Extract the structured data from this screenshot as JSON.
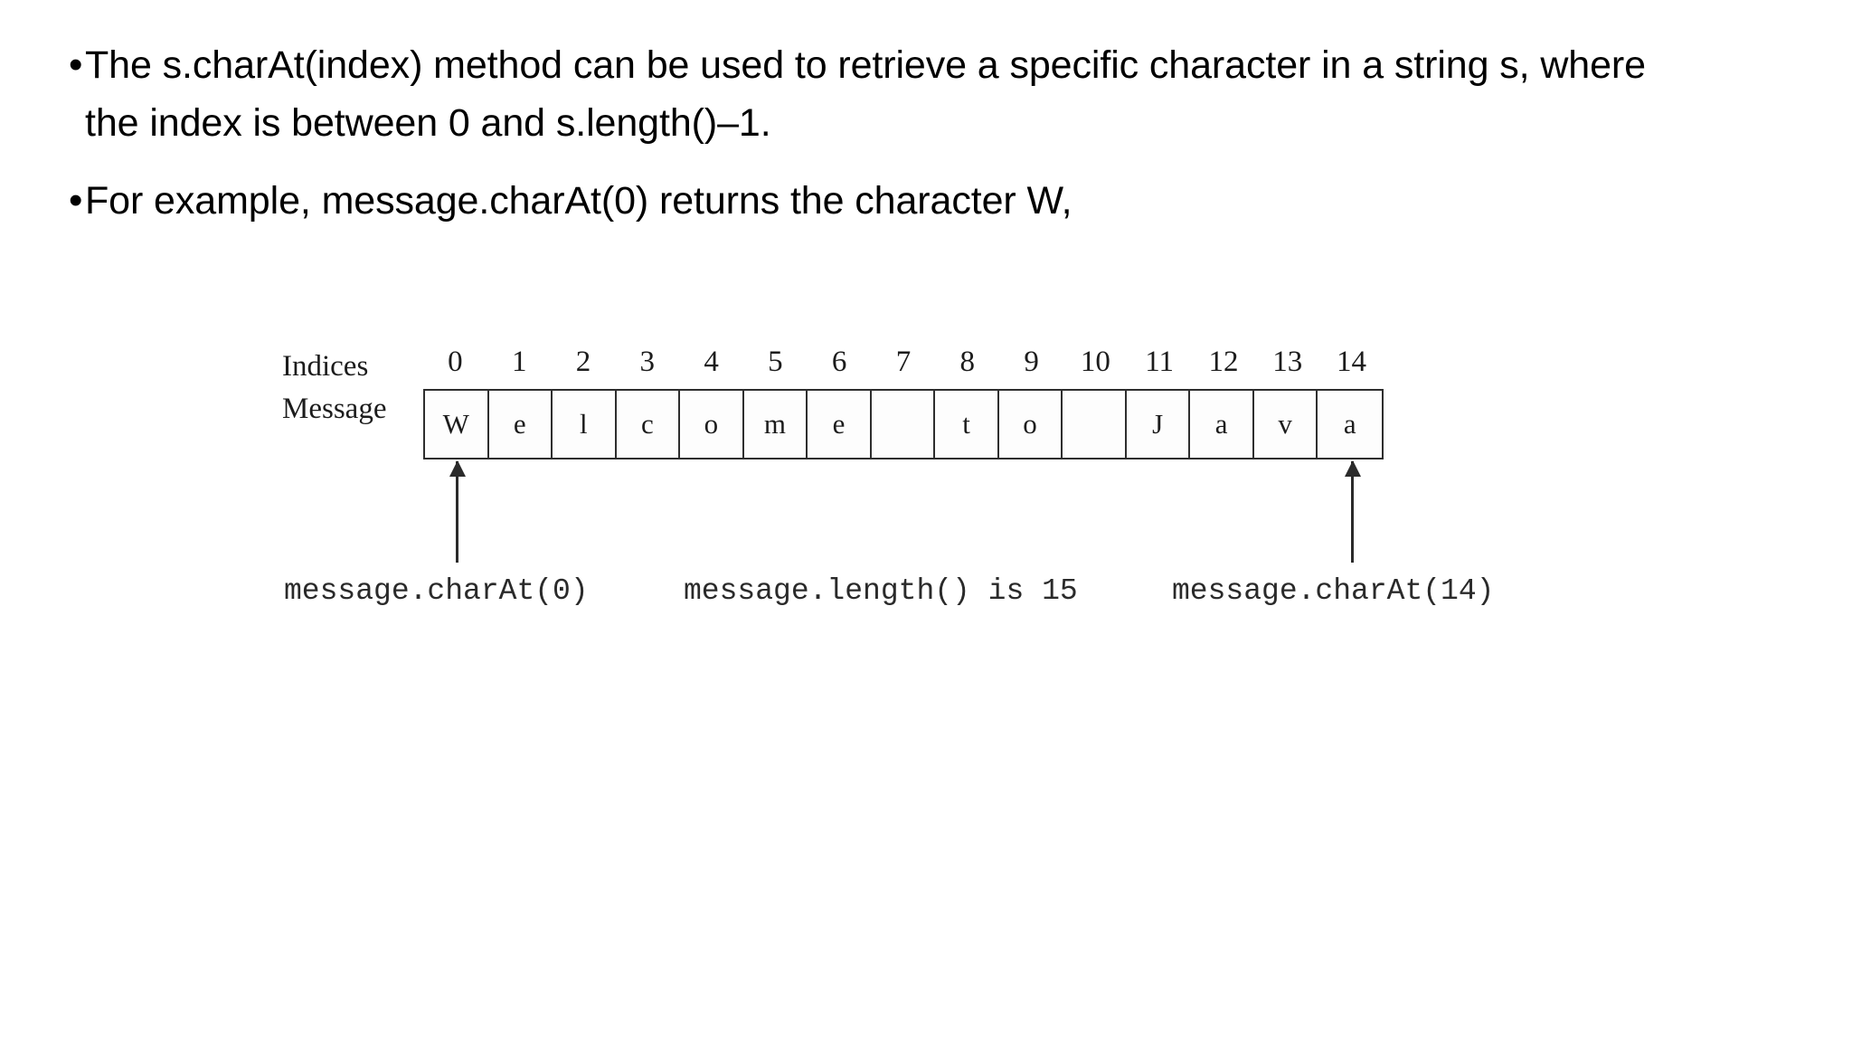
{
  "slide": {
    "bullets": [
      {
        "marker": "•",
        "text": "The s.charAt(index) method can be used to retrieve a specific character in a string s, where the index is between 0 and s.length()–1."
      },
      {
        "marker": "•",
        "text": "For example, message.charAt(0) returns the character W,"
      }
    ]
  },
  "figure": {
    "row_labels": {
      "indices": "Indices",
      "message": "Message"
    },
    "indices": [
      "0",
      "1",
      "2",
      "3",
      "4",
      "5",
      "6",
      "7",
      "8",
      "9",
      "10",
      "11",
      "12",
      "13",
      "14"
    ],
    "characters": [
      "W",
      "e",
      "l",
      "c",
      "o",
      "m",
      "e",
      "",
      "t",
      "o",
      "",
      "J",
      "a",
      "v",
      "a"
    ],
    "string_value": "Welcome to Java",
    "string_length": 15,
    "captions": {
      "start": "message.charAt(0)",
      "length": "message.length() is 15",
      "end": "message.charAt(14)"
    },
    "colors": {
      "background": "#ffffff",
      "text": "#000000",
      "figure_ink": "#1c1c1c",
      "border": "#2e2e2e"
    }
  }
}
